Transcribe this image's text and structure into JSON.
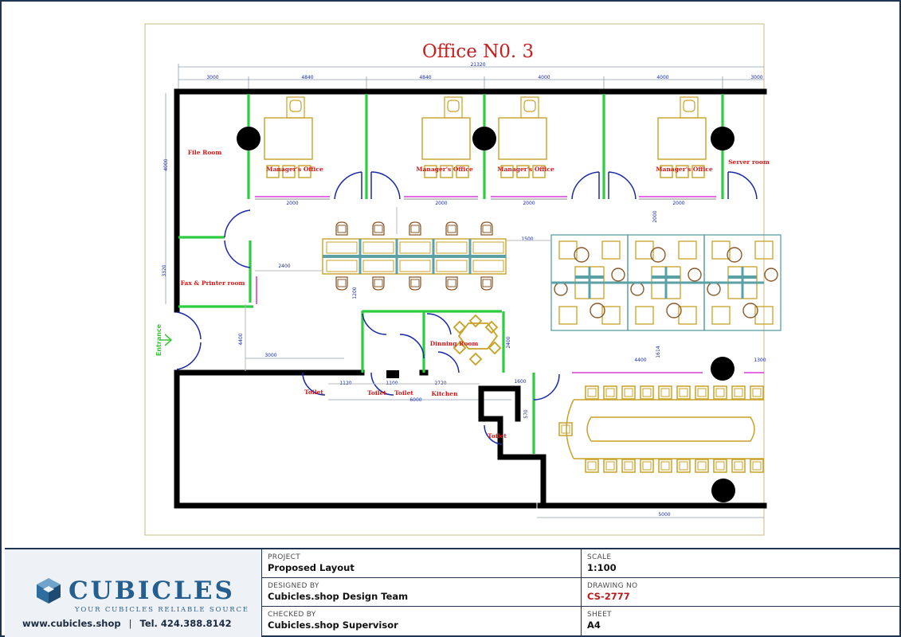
{
  "plan": {
    "title": "Office N0. 3",
    "rooms": {
      "file_room": "File Room",
      "managers_office": "Manager's Office",
      "server_room": "Server room",
      "fax_printer_room": "Fax & Printer room",
      "dining_room": "Dinning Room",
      "toilet": "Toilet",
      "kitchen": "Kitchen",
      "entrance": "Entrance"
    },
    "dimensions": [
      "21320",
      "3000",
      "4840",
      "4840",
      "4000",
      "4000",
      "3000",
      "4000",
      "2000",
      "2000",
      "2000",
      "2000",
      "2000",
      "2400",
      "1500",
      "1200",
      "1120",
      "3320",
      "4400",
      "1100",
      "2720",
      "6000",
      "3000",
      "1600",
      "570",
      "4400",
      "1614",
      "1300",
      "5000"
    ]
  },
  "title_block": {
    "company": "CUBICLES",
    "tagline": "YOUR CUBICLES RELIABLE SOURCE",
    "website": "www.cubicles.shop",
    "separator": "|",
    "phone": "Tel. 424.388.8142",
    "project_label": "PROJECT",
    "project_value": "Proposed Layout",
    "designed_label": "DESIGNED BY",
    "designed_value": "Cubicles.shop Design Team",
    "checked_label": "CHECKED BY",
    "checked_value": "Cubicles.shop Supervisor",
    "scale_label": "SCALE",
    "scale_value": "1:100",
    "drawing_label": "DRAWING NO",
    "drawing_value": "CS-2777",
    "sheet_label": "SHEET",
    "sheet_value": "A4"
  },
  "colors": {
    "frame": "#1f3552",
    "wall": "#000000",
    "partition": "#2ecc40",
    "door": "#1a2aa8",
    "furniture": "#c9a227",
    "room_label": "#d31818",
    "dimension": "#1a2aa8",
    "brand": "#245f8f",
    "drawing_no": "#b41d1d"
  }
}
